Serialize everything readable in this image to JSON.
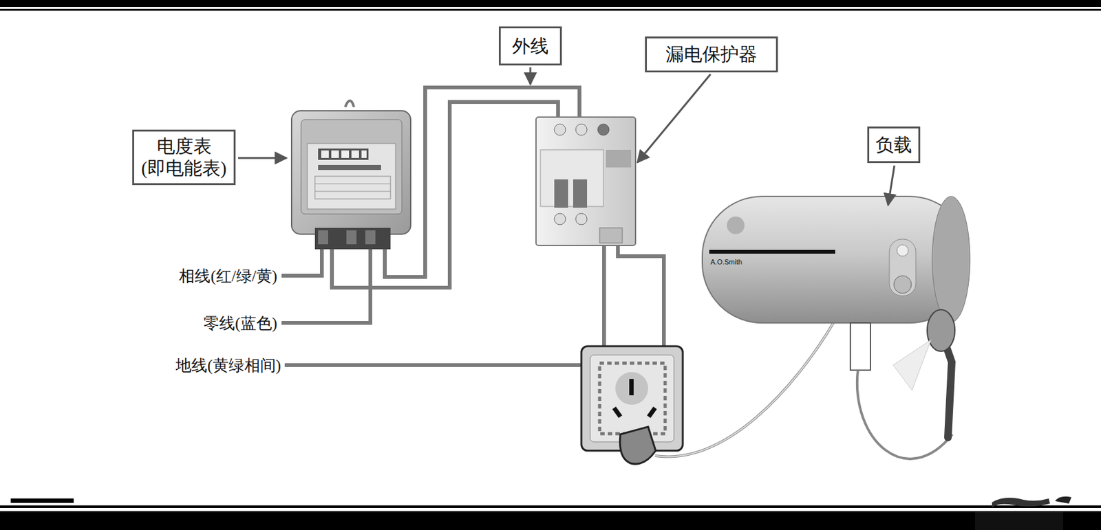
{
  "diagram": {
    "nodes": [
      {
        "text": [
          "外线"
        ]
      },
      {
        "text": [
          "漏电保护器"
        ]
      },
      {
        "text": [
          "电度表 (即电能表)"
        ]
      },
      {
        "text": [
          "负载"
        ]
      }
    ],
    "labels": [
      "相线(红/绿/黄)",
      "零线(蓝色)",
      "地线(黄绿相间)",
      "A.O.Smith"
    ]
  }
}
